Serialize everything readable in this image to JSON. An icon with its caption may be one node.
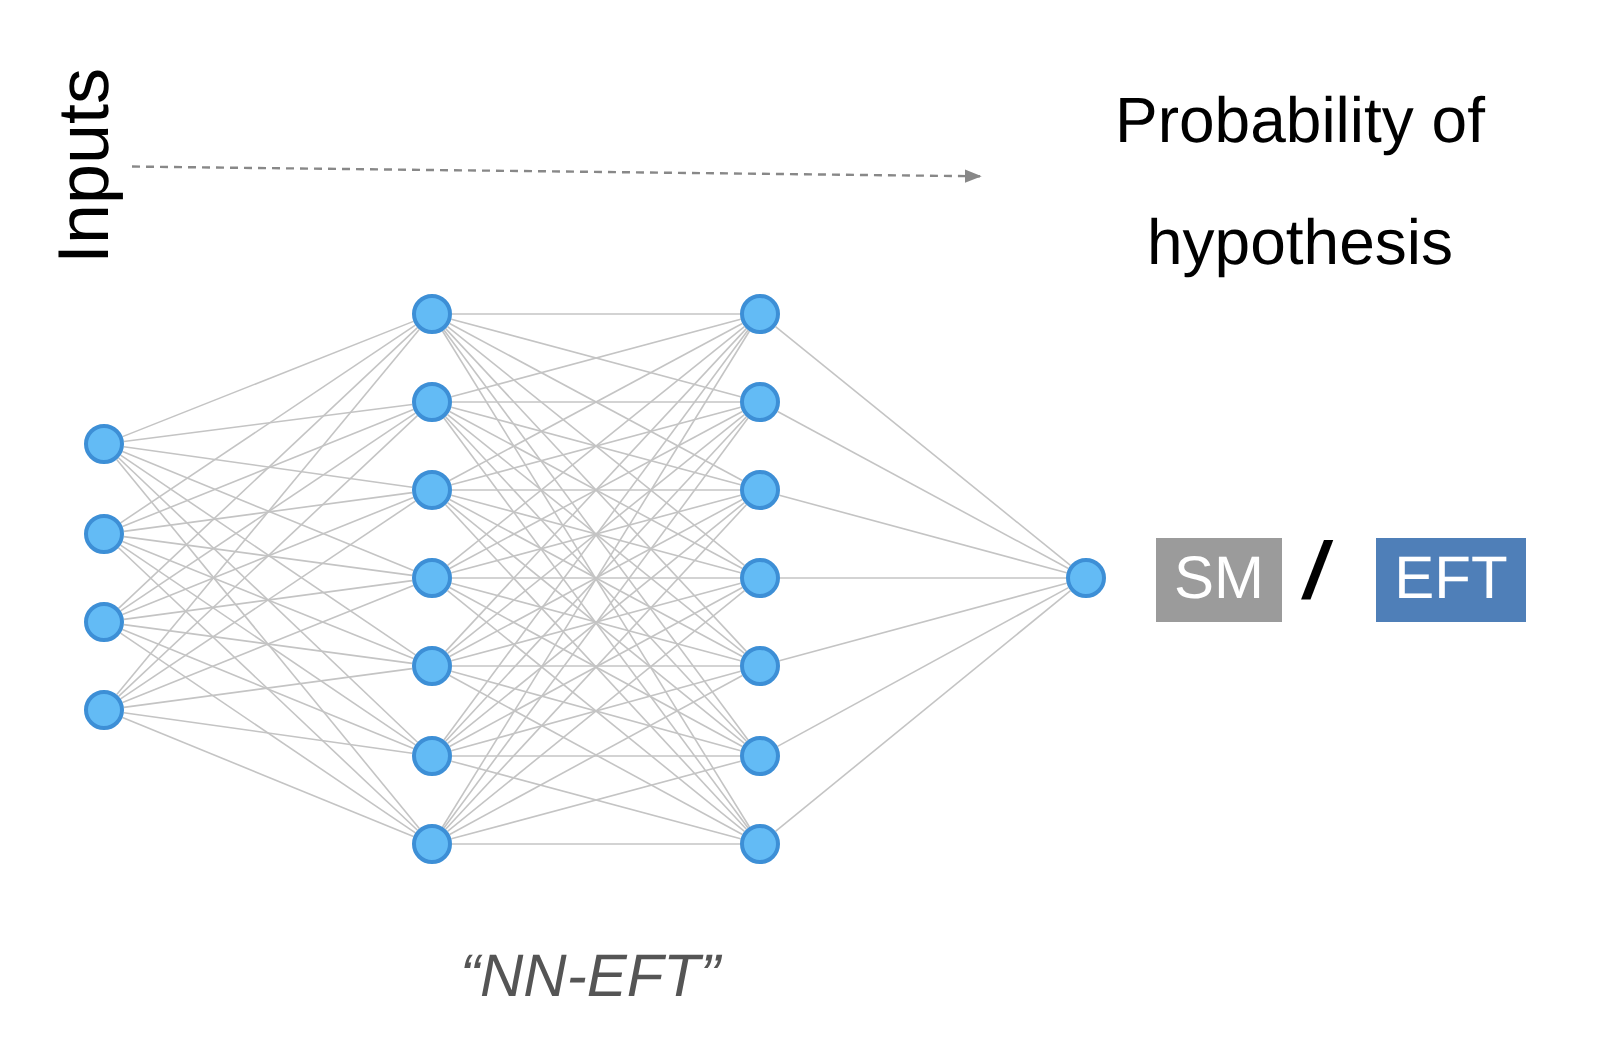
{
  "diagram": {
    "nodes": [
      {
        "text": [
          "Inputs"
        ]
      },
      {
        "text": [
          "Probability of hypothesis"
        ]
      },
      {
        "text": [],
        "shape": "circle"
      },
      {
        "text": [],
        "shape": "circle"
      },
      {
        "text": [],
        "shape": "circle"
      },
      {
        "text": [],
        "shape": "circle"
      },
      {
        "text": [],
        "shape": "circle"
      },
      {
        "text": [],
        "shape": "circle"
      },
      {
        "text": [],
        "shape": "circle"
      },
      {
        "text": [],
        "shape": "circle"
      },
      {
        "text": [],
        "shape": "circle"
      },
      {
        "text": [],
        "shape": "circle"
      },
      {
        "text": [],
        "shape": "circle"
      },
      {
        "text": [],
        "shape": "circle"
      },
      {
        "text": [],
        "shape": "circle"
      },
      {
        "text": [],
        "shape": "circle"
      },
      {
        "text": [],
        "shape": "circle"
      },
      {
        "text": [],
        "shape": "circle"
      },
      {
        "text": [],
        "shape": "circle"
      },
      {
        "text": [],
        "shape": "circle"
      },
      {
        "text": [],
        "shape": "circle"
      },
      {
        "text": [
          "SM"
        ]
      },
      {
        "text": [
          "EFT"
        ]
      }
    ],
    "edges": [
      {
        "from": 0,
        "to": 1,
        "arrow": "to",
        "style": "dashed",
        "color": "#888888"
      },
      {
        "from": 2,
        "to": 6,
        "arrow": "none"
      },
      {
        "from": 2,
        "to": 7,
        "arrow": "none"
      },
      {
        "from": 2,
        "to": 8,
        "arrow": "none"
      },
      {
        "from": 2,
        "to": 9,
        "arrow": "none"
      },
      {
        "from": 2,
        "to": 10,
        "arrow": "none"
      },
      {
        "from": 2,
        "to": 11,
        "arrow": "none"
      },
      {
        "from": 2,
        "to": 12,
        "arrow": "none"
      },
      {
        "from": 3,
        "to": 6,
        "arrow": "none"
      },
      {
        "from": 3,
        "to": 7,
        "arrow": "none"
      },
      {
        "from": 3,
        "to": 8,
        "arrow": "none"
      },
      {
        "from": 3,
        "to": 9,
        "arrow": "none"
      },
      {
        "from": 3,
        "to": 10,
        "arrow": "none"
      },
      {
        "from": 3,
        "to": 11,
        "arrow": "none"
      },
      {
        "from": 3,
        "to": 12,
        "arrow": "none"
      },
      {
        "from": 4,
        "to": 6,
        "arrow": "none"
      },
      {
        "from": 4,
        "to": 7,
        "arrow": "none"
      },
      {
        "from": 4,
        "to": 8,
        "arrow": "none"
      },
      {
        "from": 4,
        "to": 9,
        "arrow": "none"
      },
      {
        "from": 4,
        "to": 10,
        "arrow": "none"
      },
      {
        "from": 4,
        "to": 11,
        "arrow": "none"
      },
      {
        "from": 4,
        "to": 12,
        "arrow": "none"
      },
      {
        "from": 5,
        "to": 6,
        "arrow": "none"
      },
      {
        "from": 5,
        "to": 7,
        "arrow": "none"
      },
      {
        "from": 5,
        "to": 8,
        "arrow": "none"
      },
      {
        "from": 5,
        "to": 9,
        "arrow": "none"
      },
      {
        "from": 5,
        "to": 10,
        "arrow": "none"
      },
      {
        "from": 5,
        "to": 11,
        "arrow": "none"
      },
      {
        "from": 5,
        "to": 12,
        "arrow": "none"
      },
      {
        "from": 6,
        "to": 13,
        "arrow": "none"
      },
      {
        "from": 6,
        "to": 14,
        "arrow": "none"
      },
      {
        "from": 6,
        "to": 15,
        "arrow": "none"
      },
      {
        "from": 6,
        "to": 16,
        "arrow": "none"
      },
      {
        "from": 6,
        "to": 17,
        "arrow": "none"
      },
      {
        "from": 6,
        "to": 18,
        "arrow": "none"
      },
      {
        "from": 6,
        "to": 19,
        "arrow": "none"
      },
      {
        "from": 7,
        "to": 13,
        "arrow": "none"
      },
      {
        "from": 7,
        "to": 14,
        "arrow": "none"
      },
      {
        "from": 7,
        "to": 15,
        "arrow": "none"
      },
      {
        "from": 7,
        "to": 16,
        "arrow": "none"
      },
      {
        "from": 7,
        "to": 17,
        "arrow": "none"
      },
      {
        "from": 7,
        "to": 18,
        "arrow": "none"
      },
      {
        "from": 7,
        "to": 19,
        "arrow": "none"
      },
      {
        "from": 8,
        "to": 13,
        "arrow": "none"
      },
      {
        "from": 8,
        "to": 14,
        "arrow": "none"
      },
      {
        "from": 8,
        "to": 15,
        "arrow": "none"
      },
      {
        "from": 8,
        "to": 16,
        "arrow": "none"
      },
      {
        "from": 8,
        "to": 17,
        "arrow": "none"
      },
      {
        "from": 8,
        "to": 18,
        "arrow": "none"
      },
      {
        "from": 8,
        "to": 19,
        "arrow": "none"
      },
      {
        "from": 9,
        "to": 13,
        "arrow": "none"
      },
      {
        "from": 9,
        "to": 14,
        "arrow": "none"
      },
      {
        "from": 9,
        "to": 15,
        "arrow": "none"
      },
      {
        "from": 9,
        "to": 16,
        "arrow": "none"
      },
      {
        "from": 9,
        "to": 17,
        "arrow": "none"
      },
      {
        "from": 9,
        "to": 18,
        "arrow": "none"
      },
      {
        "from": 9,
        "to": 19,
        "arrow": "none"
      },
      {
        "from": 10,
        "to": 13,
        "arrow": "none"
      },
      {
        "from": 10,
        "to": 14,
        "arrow": "none"
      },
      {
        "from": 10,
        "to": 15,
        "arrow": "none"
      },
      {
        "from": 10,
        "to": 16,
        "arrow": "none"
      },
      {
        "from": 10,
        "to": 17,
        "arrow": "none"
      },
      {
        "from": 10,
        "to": 18,
        "arrow": "none"
      },
      {
        "from": 10,
        "to": 19,
        "arrow": "none"
      },
      {
        "from": 11,
        "to": 13,
        "arrow": "none"
      },
      {
        "from": 11,
        "to": 14,
        "arrow": "none"
      },
      {
        "from": 11,
        "to": 15,
        "arrow": "none"
      },
      {
        "from": 11,
        "to": 16,
        "arrow": "none"
      },
      {
        "from": 11,
        "to": 17,
        "arrow": "none"
      },
      {
        "from": 11,
        "to": 18,
        "arrow": "none"
      },
      {
        "from": 11,
        "to": 19,
        "arrow": "none"
      },
      {
        "from": 12,
        "to": 13,
        "arrow": "none"
      },
      {
        "from": 12,
        "to": 14,
        "arrow": "none"
      },
      {
        "from": 12,
        "to": 15,
        "arrow": "none"
      },
      {
        "from": 12,
        "to": 16,
        "arrow": "none"
      },
      {
        "from": 12,
        "to": 17,
        "arrow": "none"
      },
      {
        "from": 12,
        "to": 18,
        "arrow": "none"
      },
      {
        "from": 12,
        "to": 19,
        "arrow": "none"
      },
      {
        "from": 13,
        "to": 20,
        "arrow": "none"
      },
      {
        "from": 14,
        "to": 20,
        "arrow": "none"
      },
      {
        "from": 15,
        "to": 20,
        "arrow": "none"
      },
      {
        "from": 16,
        "to": 20,
        "arrow": "none"
      },
      {
        "from": 17,
        "to": 20,
        "arrow": "none"
      },
      {
        "from": 18,
        "to": 20,
        "arrow": "none"
      },
      {
        "from": 19,
        "to": 20,
        "arrow": "none"
      }
    ],
    "labels": [
      "/",
      "“NN-EFT”"
    ]
  }
}
